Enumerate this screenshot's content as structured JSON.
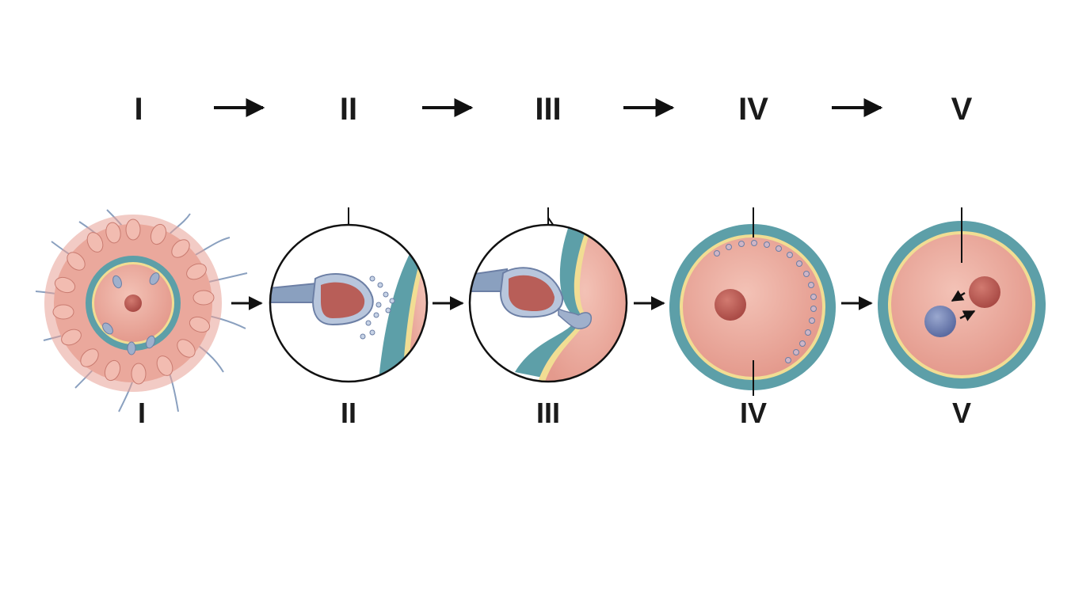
{
  "diagram": {
    "stages": [
      {
        "label": "I"
      },
      {
        "label": "II"
      },
      {
        "label": "III"
      },
      {
        "label": "IV"
      },
      {
        "label": "V"
      }
    ],
    "colors": {
      "cytoplasm": "#e9a599",
      "zona": "#5d9fa8",
      "membrane": "#f1dd93",
      "corona": "#e7a195",
      "nucleus": "#bf5c55",
      "sperm": "#8aa0bf",
      "male_pronucleus": "#6f80b0",
      "arrow": "#111111"
    }
  }
}
